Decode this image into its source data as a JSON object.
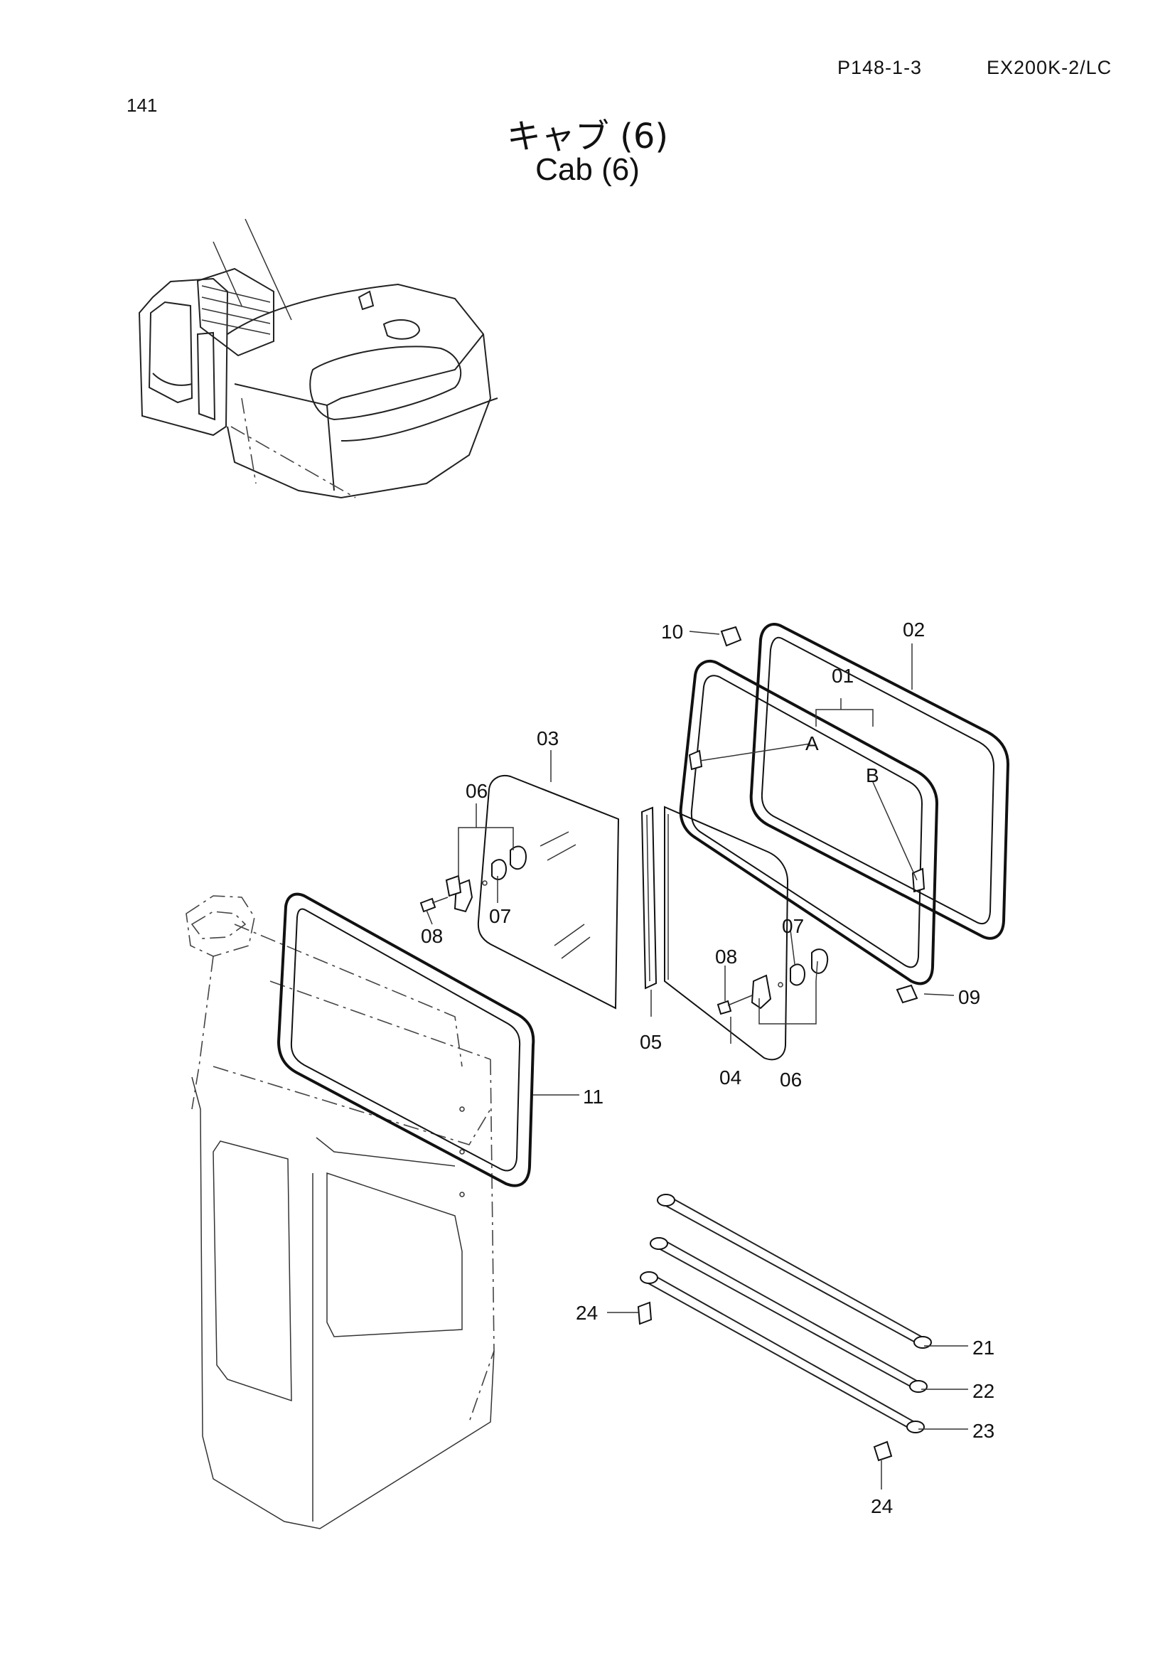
{
  "header": {
    "page_ref": "P148-1-3",
    "model": "EX200K-2/LC",
    "page_number": "141"
  },
  "title": {
    "japanese": "キャブ (6)",
    "english": "Cab (6)"
  },
  "callouts": {
    "c01": "01",
    "c02": "02",
    "c03": "03",
    "c04": "04",
    "c05": "05",
    "c06a": "06",
    "c06b": "06",
    "c07a": "07",
    "c07b": "07",
    "c08a": "08",
    "c08b": "08",
    "c09": "09",
    "c10": "10",
    "c11": "11",
    "c21": "21",
    "c22": "22",
    "c23": "23",
    "c24a": "24",
    "c24b": "24",
    "detail_a": "A",
    "detail_b": "B"
  }
}
